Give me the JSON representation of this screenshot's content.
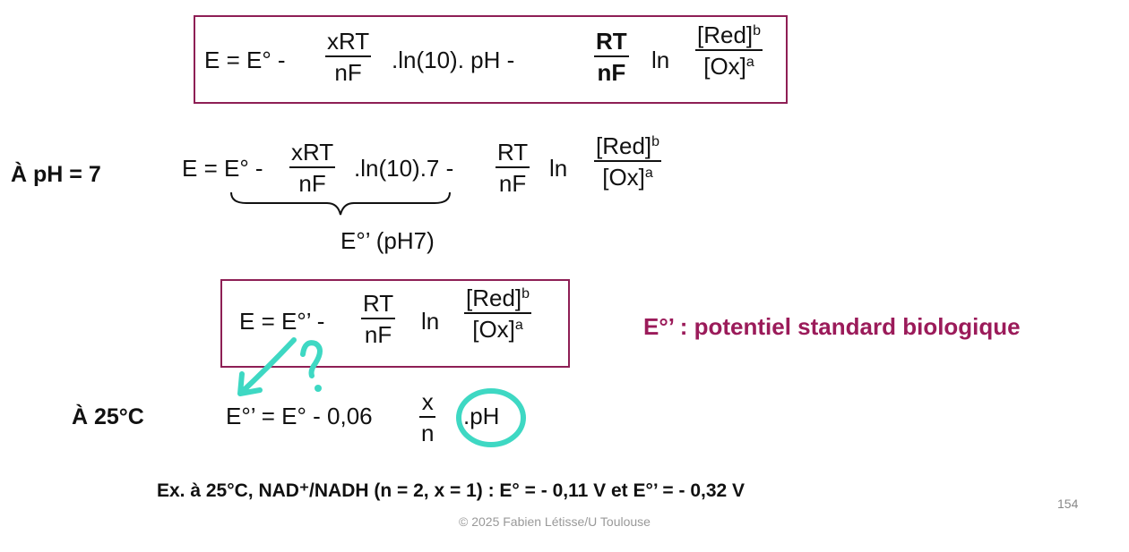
{
  "eq_main": {
    "lhs": "E = E° -",
    "frac1_num": "xRT",
    "frac1_den": "nF",
    "mid": ".ln(10). pH  -",
    "frac2_num": "RT",
    "frac2_den": "nF",
    "ln": "ln",
    "red": "[Red]",
    "red_exp": "b",
    "ox": "[Ox]",
    "ox_exp": "a"
  },
  "ph7": {
    "label": "À pH = 7",
    "lhs": "E = E° -",
    "frac1_num": "xRT",
    "frac1_den": "nF",
    "mid": ".ln(10).7 -",
    "frac2_num": "RT",
    "frac2_den": "nF",
    "ln": "ln",
    "red": "[Red]",
    "red_exp": "b",
    "ox": "[Ox]",
    "ox_exp": "a",
    "brace_label": "E°’ (pH7)"
  },
  "eq_bio": {
    "lhs": "E = E°’ -",
    "frac_num": "RT",
    "frac_den": "nF",
    "ln": "ln",
    "red": "[Red]",
    "red_exp": "b",
    "ox": "[Ox]",
    "ox_exp": "a"
  },
  "definition": "E°’ : potentiel standard biologique",
  "t25": {
    "label": "À 25°C",
    "lhs": "E°’ = E° - 0,06",
    "frac_num": "x",
    "frac_den": "n",
    "tail": ".pH"
  },
  "example": "Ex. à 25°C, NAD⁺/NADH (n = 2, x = 1) : E° = - 0,11 V et E°’ = - 0,32 V",
  "copyright": "© 2025 Fabien Létisse/U Toulouse",
  "page_number": "154",
  "colors": {
    "accent": "#9b1b5a",
    "box": "#8e1f55",
    "annotation": "#3ed8c3"
  }
}
